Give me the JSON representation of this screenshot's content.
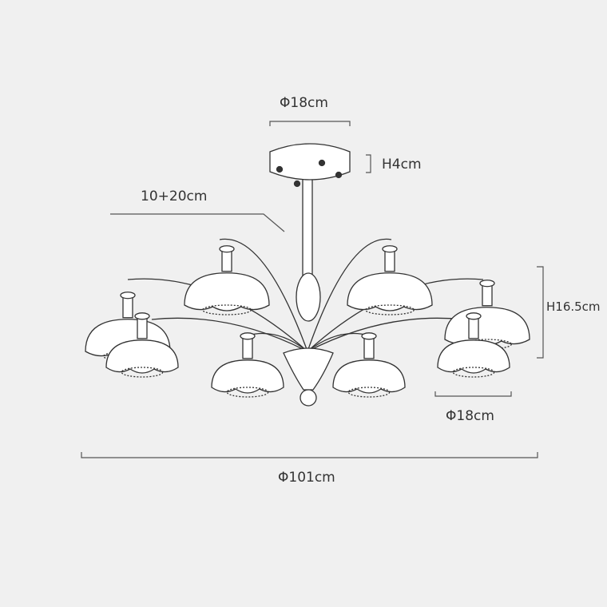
{
  "dimensions": {
    "canopy_diameter": "Φ18cm",
    "canopy_height": "H4cm",
    "rod_length": "10+20cm",
    "shade_height": "H16.5cm",
    "shade_diameter": "Φ18cm",
    "overall_diameter": "Φ101cm"
  }
}
